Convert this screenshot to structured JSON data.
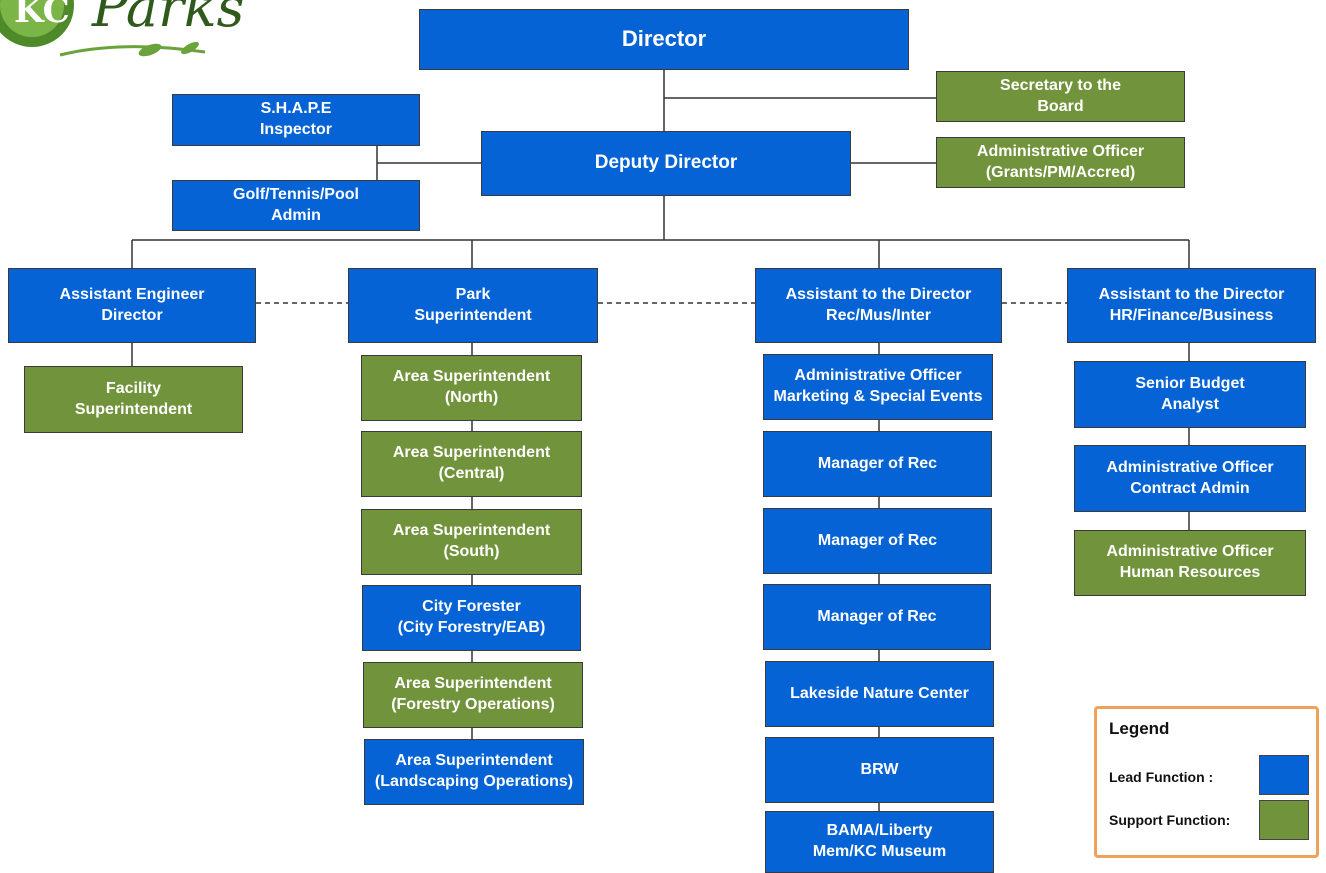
{
  "logo": {
    "text": "Parks",
    "badge": "KC"
  },
  "colors": {
    "lead": "#0563d5",
    "support": "#71933c",
    "legend_border": "#f0a25c"
  },
  "boxes": {
    "director": "Director",
    "secretary": "Secretary to the\nBoard",
    "shape_inspector": "S.H.A.P.E\nInspector",
    "deputy_director": "Deputy Director",
    "admin_officer_grants": "Administrative Officer\n(Grants/PM/Accred)",
    "golf_admin": "Golf/Tennis/Pool\nAdmin",
    "asst_engineer_director": "Assistant  Engineer\nDirector",
    "park_superintendent": "Park\nSuperintendent",
    "asst_director_rec": "Assistant to the Director\nRec/Mus/Inter",
    "asst_director_hr": "Assistant to the Director\nHR/Finance/Business",
    "facility_superintendent": "Facility\nSuperintendent",
    "area_north": "Area Superintendent\n(North)",
    "area_central": "Area Superintendent\n(Central)",
    "area_south": "Area Superintendent\n(South)",
    "city_forester": "City Forester\n(City Forestry/EAB)",
    "area_forestry": "Area Superintendent\n(Forestry Operations)",
    "area_landscaping": "Area Superintendent\n(Landscaping Operations)",
    "admin_marketing": "Administrative Officer\nMarketing & Special Events",
    "manager_rec_1": "Manager of Rec",
    "manager_rec_2": "Manager of Rec",
    "manager_rec_3": "Manager of Rec",
    "lakeside": "Lakeside Nature Center",
    "brw": "BRW",
    "bama": "BAMA/Liberty\nMem/KC Museum",
    "senior_budget": "Senior Budget\nAnalyst",
    "admin_contract": "Administrative Officer\nContract Admin",
    "admin_hr": "Administrative Officer\nHuman Resources"
  },
  "legend": {
    "title": "Legend",
    "lead_label": "Lead Function :",
    "support_label": "Support Function:"
  }
}
